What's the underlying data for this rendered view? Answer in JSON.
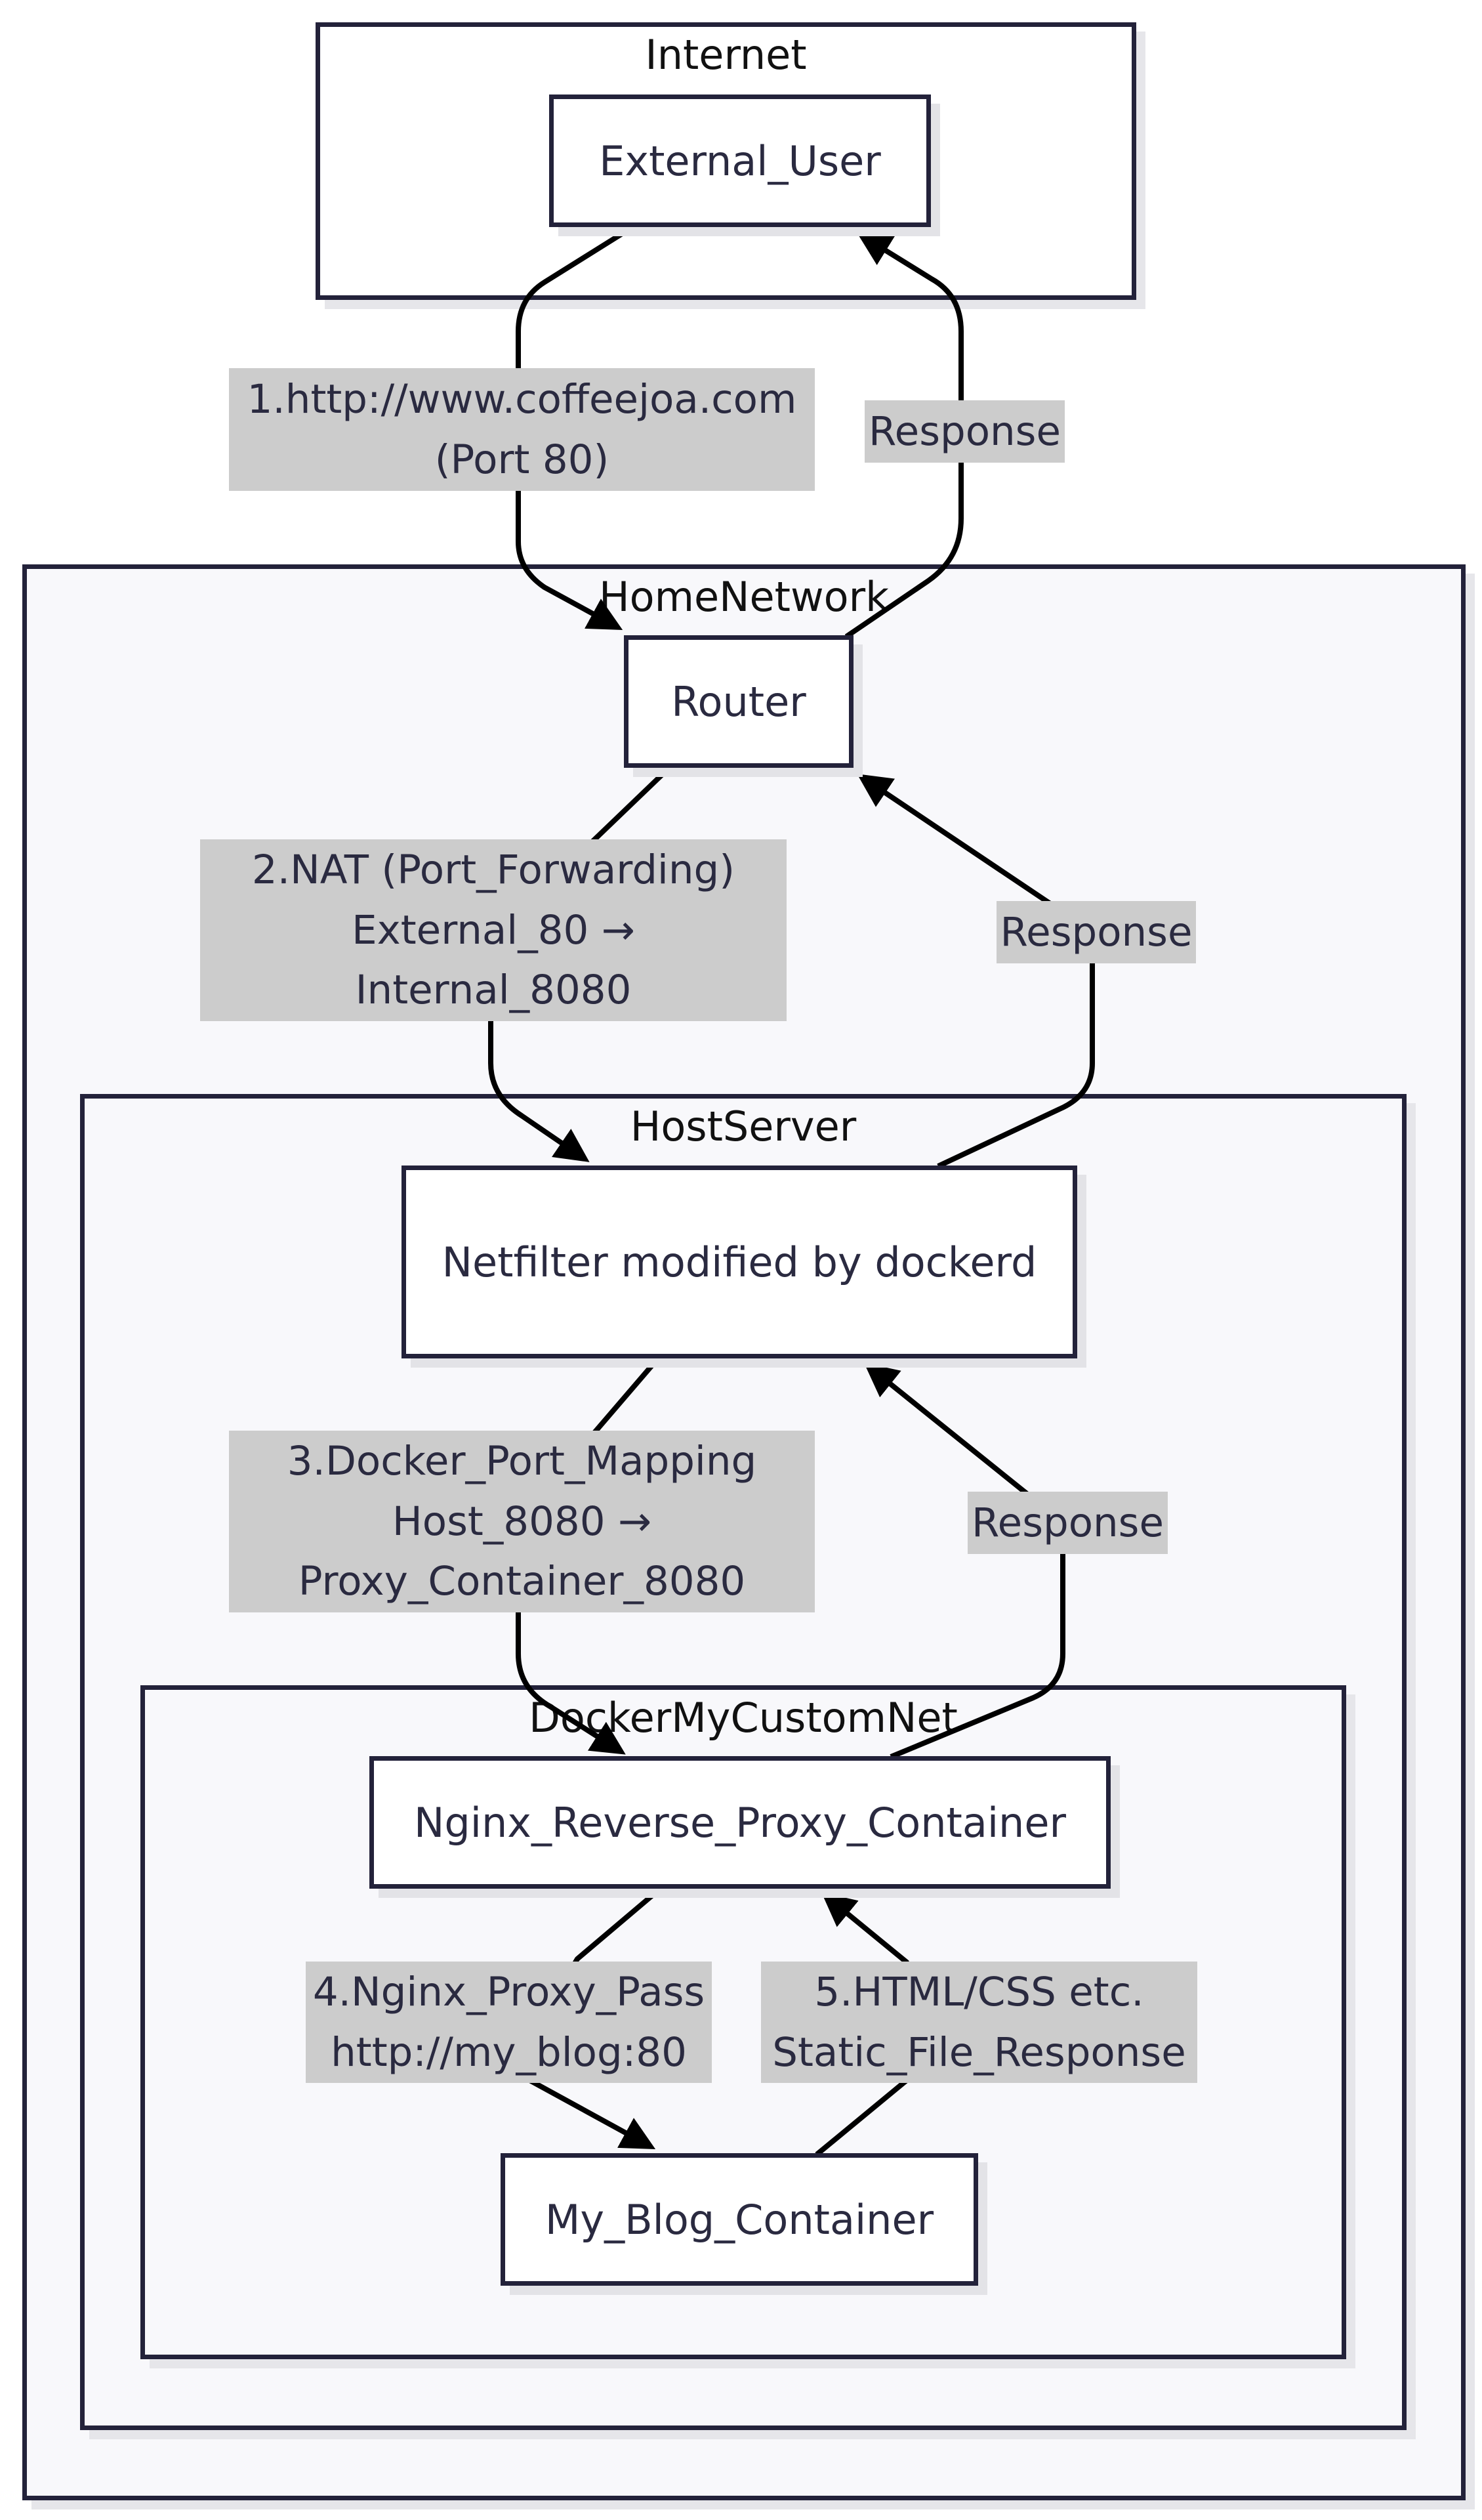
{
  "clusters": {
    "internet": "Internet",
    "home": "HomeNetwork",
    "host": "HostServer",
    "docker": "DockerMyCustomNet"
  },
  "nodes": {
    "external_user": "External_User",
    "router": "Router",
    "netfilter": "Netfilter modified by dockerd",
    "nginx": "Nginx_Reverse_Proxy_Container",
    "blog": "My_Blog_Container"
  },
  "edges": {
    "e1": "1.http://www.coffeejoa.com\n(Port 80)",
    "r1": "Response",
    "e2": "2.NAT (Port_Forwarding)\nExternal_80 →\nInternal_8080",
    "r2": "Response",
    "e3": "3.Docker_Port_Mapping\nHost_8080 →\nProxy_Container_8080",
    "r3": "Response",
    "e4": "4.Nginx_Proxy_Pass\nhttp://my_blog:80",
    "e5": "5.HTML/CSS etc.\nStatic_File_Response"
  }
}
